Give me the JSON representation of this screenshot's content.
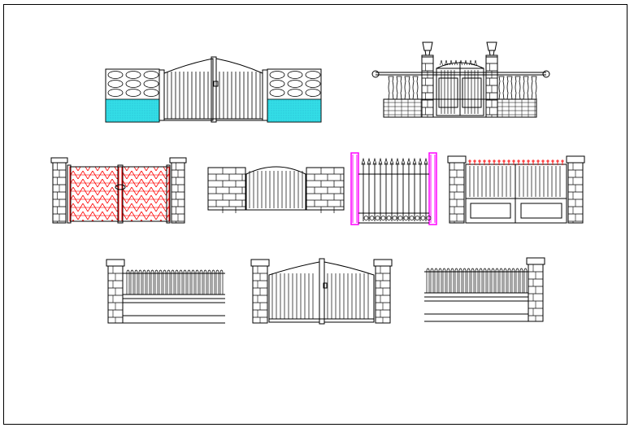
{
  "drawing": {
    "sheet_label": "",
    "colors": {
      "line": "#000000",
      "cyan_fill": "#33dde6",
      "red_hatch": "#ff0000",
      "magenta_post": "#ff00ff",
      "finial_red": "#ff0000",
      "background": "#ffffff"
    },
    "items": [
      {
        "id": "gate-1",
        "kind": "swing-gate-between-cyan-stone-walls"
      },
      {
        "id": "gate-2",
        "kind": "wrought-iron-gate-with-urn-pillars-and-balustrade"
      },
      {
        "id": "gate-3",
        "kind": "red-lattice-double-gate-with-brick-pillars"
      },
      {
        "id": "gate-4",
        "kind": "arched-plank-gate-between-stone-walls"
      },
      {
        "id": "gate-5",
        "kind": "spear-top-railing-between-magenta-posts"
      },
      {
        "id": "gate-6",
        "kind": "sliding-panel-gate-with-red-finials"
      },
      {
        "id": "gate-7",
        "kind": "picket-fence-on-low-wall-pillar-left"
      },
      {
        "id": "gate-8",
        "kind": "arched-double-swing-gate-with-pillars"
      },
      {
        "id": "gate-9",
        "kind": "picket-fence-on-low-wall-pillar-right"
      }
    ]
  }
}
